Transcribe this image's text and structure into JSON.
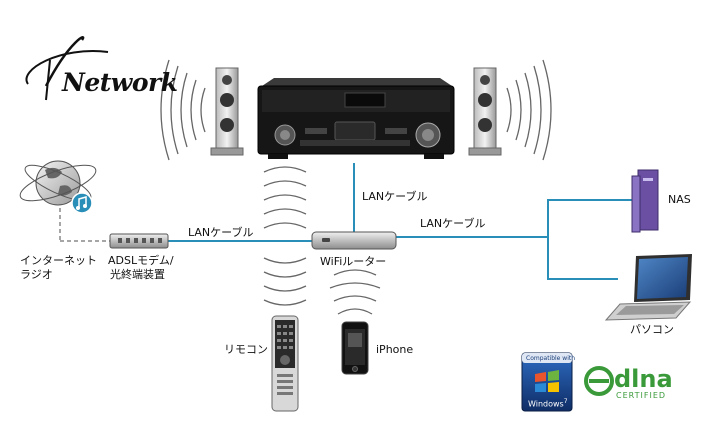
{
  "logo": {
    "text": "Network"
  },
  "labels": {
    "lan_top": "LANケーブル",
    "lan_left": "LANケーブル",
    "lan_right": "LANケーブル",
    "router": "WiFiルーター",
    "internet_1": "インターネット",
    "internet_2": "ラジオ",
    "modem_1": "ADSLモデム/",
    "modem_2": "光終端装置",
    "nas": "NAS",
    "pc": "パソコン",
    "remote": "リモコン",
    "iphone": "iPhone"
  },
  "badges": {
    "windows_compatible": "Compatible with",
    "windows_name": "Windows",
    "windows_version": "7",
    "dlna_name": "dlna",
    "dlna_certified": "CERTIFIED"
  },
  "colors": {
    "cable": "#2a8fb8",
    "dashed": "#888888",
    "wave": "#666666",
    "nas": "#6a4fa3"
  }
}
